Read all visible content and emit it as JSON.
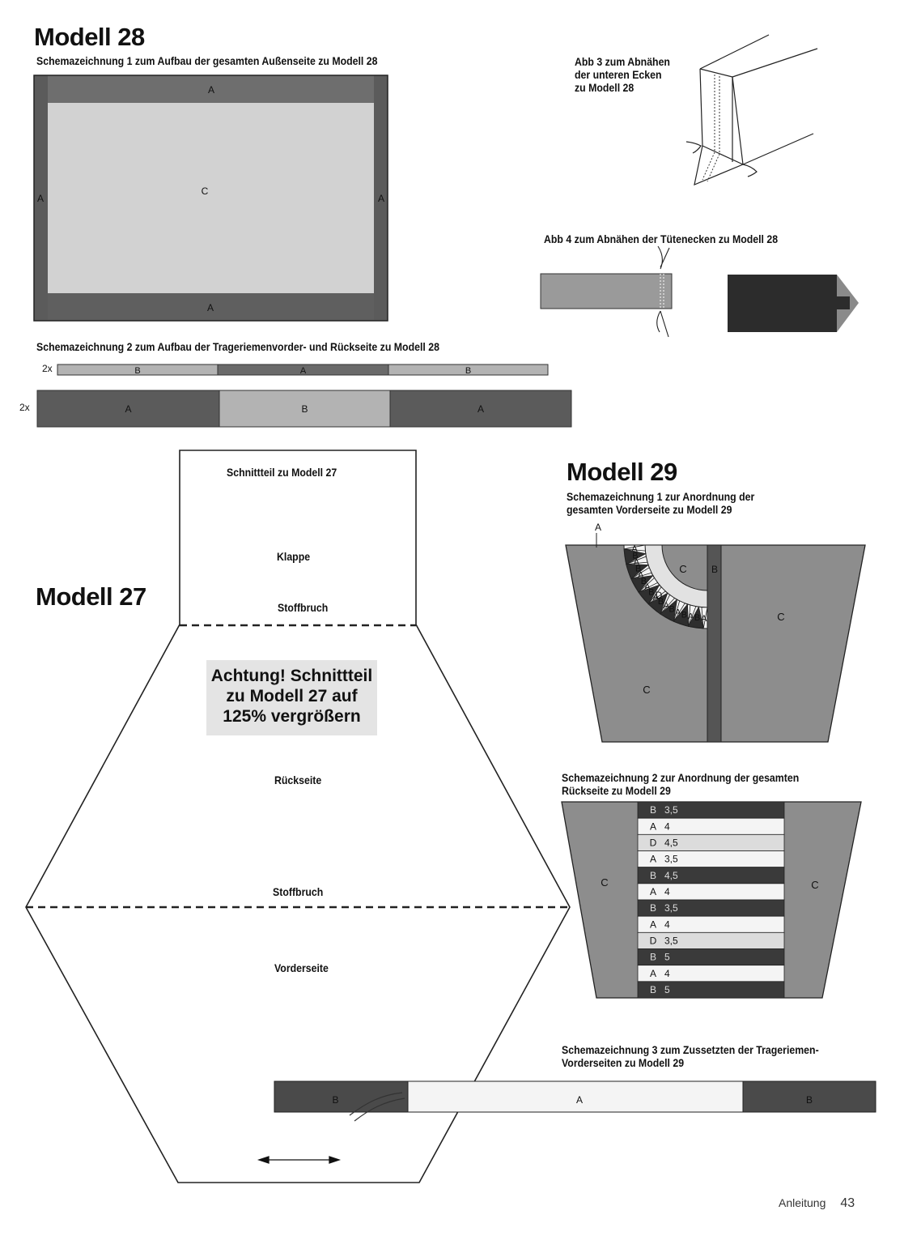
{
  "colors": {
    "A": "#5b5b5b",
    "B": "#b3b3b3",
    "C": "#8d8d8d",
    "D": "#dcdcdc",
    "light": "#f4f4f4",
    "dark": "#2f2f2f",
    "paper": "#ffffff"
  },
  "m28": {
    "title": "Modell 28",
    "schema1_caption": "Schemazeichnung 1 zum Aufbau der gesamten Außenseite zu Modell 28",
    "schema1_labels": {
      "top": "A",
      "center": "C",
      "left": "A",
      "right": "A",
      "bottom": "A"
    },
    "abb3_caption": [
      "Abb 3 zum Abnähen",
      "der unteren Ecken",
      "zu Modell 28"
    ],
    "abb4_caption": "Abb 4 zum Abnähen der Tütenecken zu Modell 28",
    "schema2_caption": "Schemazeichnung 2 zum Aufbau der Trageriemenvorder- und Rückseite zu Modell 28",
    "strip1": {
      "count": "2x",
      "segments": [
        "B",
        "A",
        "B"
      ]
    },
    "strip2": {
      "count": "2x",
      "segments": [
        "A",
        "B",
        "A"
      ]
    }
  },
  "m27": {
    "title": "Modell 27",
    "pattern_title": "Schnittteil zu Modell 27",
    "klappe": "Klappe",
    "fold1": "Stoffbruch",
    "warning": [
      "Achtung! Schnittteil",
      "zu Modell 27 auf",
      "125% vergrößern"
    ],
    "rueckseite": "Rückseite",
    "fold2": "Stoffbruch",
    "vorderseite": "Vorderseite"
  },
  "m29": {
    "title": "Modell 29",
    "schema1_caption": [
      "Schemazeichnung 1 zur Anordnung der",
      "gesamten Vorderseite zu Modell 29"
    ],
    "schema1_pointer": "A",
    "schema1_letters": {
      "c_top": "C",
      "b_strip": "B",
      "d_ring": "D",
      "c_right": "C",
      "c_bottom": "C"
    },
    "fan_pieces": [
      {
        "l": "A",
        "c": "light"
      },
      {
        "l": "B",
        "c": "dark"
      },
      {
        "l": "A",
        "c": "light"
      },
      {
        "l": "B",
        "c": "dark"
      },
      {
        "l": "A",
        "c": "light"
      },
      {
        "l": "B",
        "c": "dark"
      },
      {
        "l": "A",
        "c": "light"
      },
      {
        "l": "B",
        "c": "dark"
      },
      {
        "l": "A",
        "c": "light"
      },
      {
        "l": "B",
        "c": "dark"
      },
      {
        "l": "A",
        "c": "light"
      },
      {
        "l": "B",
        "c": "dark"
      },
      {
        "l": "A",
        "c": "light"
      },
      {
        "l": "B",
        "c": "dark"
      },
      {
        "l": "A",
        "c": "light"
      },
      {
        "l": "B",
        "c": "dark"
      },
      {
        "l": "A",
        "c": "light"
      }
    ],
    "schema2_caption": [
      "Schemazeichnung 2 zur Anordnung der gesamten",
      "Rückseite zu Modell 29"
    ],
    "schema2_side_labels": [
      "C",
      "C"
    ],
    "stripes": [
      {
        "l": "B",
        "w": "3,5",
        "c": "dark"
      },
      {
        "l": "A",
        "w": "4",
        "c": "light"
      },
      {
        "l": "D",
        "w": "4,5",
        "c": "D"
      },
      {
        "l": "A",
        "w": "3,5",
        "c": "light"
      },
      {
        "l": "B",
        "w": "4,5",
        "c": "dark"
      },
      {
        "l": "A",
        "w": "4",
        "c": "light"
      },
      {
        "l": "B",
        "w": "3,5",
        "c": "dark"
      },
      {
        "l": "A",
        "w": "4",
        "c": "light"
      },
      {
        "l": "D",
        "w": "3,5",
        "c": "D"
      },
      {
        "l": "B",
        "w": "5",
        "c": "dark"
      },
      {
        "l": "A",
        "w": "4",
        "c": "light"
      },
      {
        "l": "B",
        "w": "5",
        "c": "dark"
      }
    ],
    "schema3_caption": [
      "Schemazeichnung 3 zum Zussetzten der Trageriemen-",
      "Vorderseiten zu Modell 29"
    ],
    "strap_segments": [
      "B",
      "A",
      "B"
    ]
  },
  "footer": {
    "label": "Anleitung",
    "page": "43"
  }
}
